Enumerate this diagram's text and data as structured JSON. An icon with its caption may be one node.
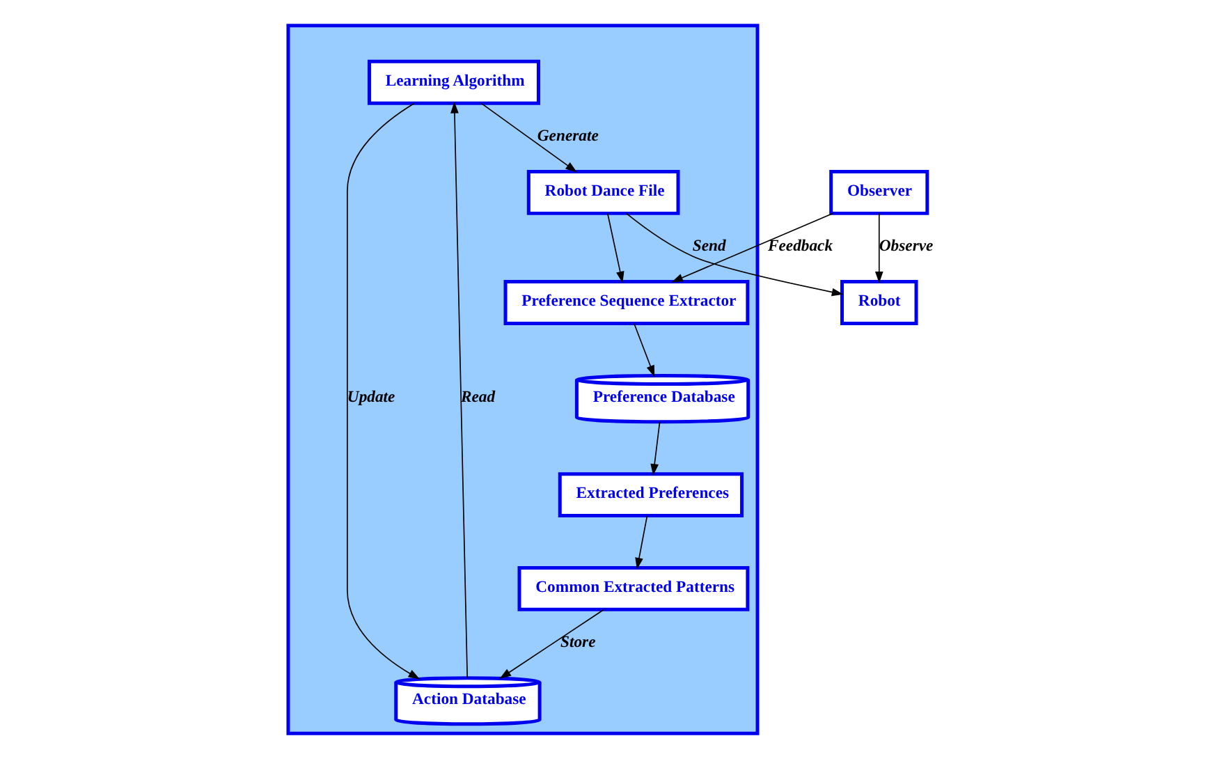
{
  "diagram": {
    "nodes": [
      {
        "text": [],
        "shape": "box"
      },
      {
        "text": [
          "Learning Algorithm"
        ],
        "in": 0
      },
      {
        "text": [
          "Robot Dance File"
        ],
        "in": 0
      },
      {
        "text": [
          "Robot"
        ]
      },
      {
        "text": [
          "Action Database"
        ],
        "in": 0
      },
      {
        "text": [
          "Preference Database"
        ],
        "in": 0
      },
      {
        "text": [
          "Preference Sequence Extractor"
        ],
        "in": 0
      },
      {
        "text": [
          "Observer"
        ]
      },
      {
        "text": [
          "Common Extracted Patterns"
        ],
        "in": 0
      },
      {
        "text": [
          "Extracted Preferences"
        ],
        "in": 0
      }
    ],
    "edges": [
      {
        "from": 1,
        "to": 2,
        "arrow": "to",
        "label": "Generate"
      },
      {
        "from": 2,
        "to": 3,
        "arrow": "to",
        "label": "Send"
      },
      {
        "from": 1,
        "to": 4,
        "arrow": "to",
        "label": "Update"
      },
      {
        "from": 4,
        "to": 1,
        "arrow": "to",
        "label": "Read"
      },
      {
        "from": 2,
        "to": 6,
        "arrow": "to"
      },
      {
        "from": 6,
        "to": 5,
        "arrow": "to"
      },
      {
        "from": 7,
        "to": 6,
        "arrow": "to",
        "label": "Feedback"
      },
      {
        "from": 7,
        "to": 3,
        "arrow": "to",
        "label": "Observe"
      },
      {
        "from": 5,
        "to": 9,
        "arrow": "to"
      },
      {
        "from": 9,
        "to": 8,
        "arrow": "to"
      },
      {
        "from": 8,
        "to": 4,
        "arrow": "to",
        "label": "Store"
      }
    ]
  }
}
